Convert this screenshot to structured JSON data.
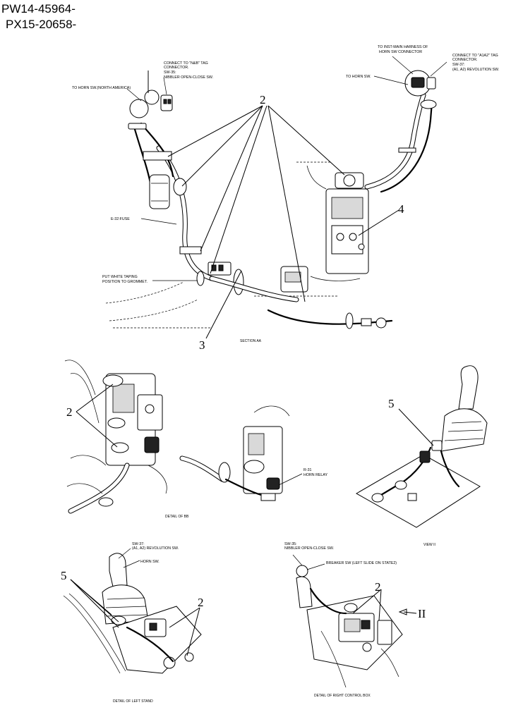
{
  "header": {
    "line1": "PW14-45964-",
    "line2": "PX15-20658-"
  },
  "section_aa": {
    "labels": {
      "nb_tag": "CONNECT TO \"N&B\" TAG",
      "nb_tag2": "CONNECTOR.",
      "sw35_code": "SW-35:",
      "sw35_desc": "NIBBLER OPEN-CLOSE SW.",
      "horn_na": "TO HORN SW.(NORTH AMERICA)",
      "inst_main": "TO INST-MAIN HARNESS OF",
      "inst_main2": "HORN SW CONNECTOR",
      "a1a2_tag": "CONNECT TO \"A1A2\" TAG",
      "a1a2_tag2": "CONNECTOR.",
      "sw37_code": "SW-37:",
      "sw37_desc": "(A1, A2) REVOLUTION SW.",
      "to_horn": "TO HORN SW.",
      "fuse": "E-32:FUSE",
      "taping": "PUT WHITE TAPING",
      "taping2": "POSITION TO GROMMET."
    },
    "callouts": {
      "n2": "2",
      "n3": "3",
      "n4": "4"
    },
    "caption": "SECTION AA"
  },
  "detail_bb": {
    "callout": "2",
    "relay_code": "R-31",
    "relay_desc": "HORN RELAY",
    "caption": "DETAIL OF BB"
  },
  "view_ii": {
    "callout": "5",
    "caption": "VIEW II"
  },
  "left_stand": {
    "sw37_code": "SW-37:",
    "sw37_desc": "(A1, A2) REVOLUTION SW.",
    "horn": "HORN SW.",
    "callout5": "5",
    "callout2": "2",
    "caption": "DETAIL OF LEFT STAND"
  },
  "right_box": {
    "sw35_code": "SW-35:",
    "sw35_desc": "NIBBLER OPEN-CLOSE SW.",
    "breaker": "BREAKER SW (LEFT SLIDE ON STATE2)",
    "callout2": "2",
    "arrow_label": "II",
    "caption": "DETAIL OF RIGHT CONTROL BOX"
  }
}
